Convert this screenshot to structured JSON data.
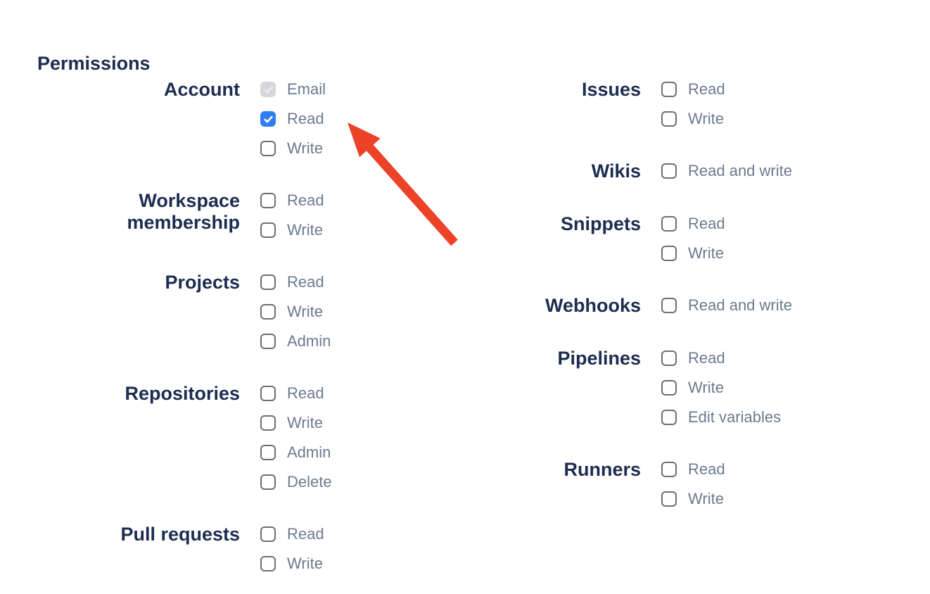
{
  "colors": {
    "navy": "#1d2d50",
    "option_grey": "#6c7a8e",
    "checkbox_border": "#6e6e73",
    "checked_blue": "#2d7df6",
    "disabled_bg": "#d5d7da",
    "disabled_check": "#ecedef",
    "arrow_red": "#eb4228"
  },
  "permissions": {
    "heading": "Permissions",
    "left_groups": [
      {
        "label": "Account",
        "options": [
          {
            "label": "Email",
            "checked": true,
            "disabled": true
          },
          {
            "label": "Read",
            "checked": true,
            "disabled": false
          },
          {
            "label": "Write",
            "checked": false,
            "disabled": false
          }
        ]
      },
      {
        "label": "Workspace membership",
        "options": [
          {
            "label": "Read",
            "checked": false,
            "disabled": false
          },
          {
            "label": "Write",
            "checked": false,
            "disabled": false
          }
        ]
      },
      {
        "label": "Projects",
        "options": [
          {
            "label": "Read",
            "checked": false,
            "disabled": false
          },
          {
            "label": "Write",
            "checked": false,
            "disabled": false
          },
          {
            "label": "Admin",
            "checked": false,
            "disabled": false
          }
        ]
      },
      {
        "label": "Repositories",
        "options": [
          {
            "label": "Read",
            "checked": false,
            "disabled": false
          },
          {
            "label": "Write",
            "checked": false,
            "disabled": false
          },
          {
            "label": "Admin",
            "checked": false,
            "disabled": false
          },
          {
            "label": "Delete",
            "checked": false,
            "disabled": false
          }
        ]
      },
      {
        "label": "Pull requests",
        "options": [
          {
            "label": "Read",
            "checked": false,
            "disabled": false
          },
          {
            "label": "Write",
            "checked": false,
            "disabled": false
          }
        ]
      }
    ],
    "right_groups": [
      {
        "label": "Issues",
        "options": [
          {
            "label": "Read",
            "checked": false,
            "disabled": false
          },
          {
            "label": "Write",
            "checked": false,
            "disabled": false
          }
        ]
      },
      {
        "label": "Wikis",
        "options": [
          {
            "label": "Read and write",
            "checked": false,
            "disabled": false
          }
        ]
      },
      {
        "label": "Snippets",
        "options": [
          {
            "label": "Read",
            "checked": false,
            "disabled": false
          },
          {
            "label": "Write",
            "checked": false,
            "disabled": false
          }
        ]
      },
      {
        "label": "Webhooks",
        "options": [
          {
            "label": "Read and write",
            "checked": false,
            "disabled": false
          }
        ]
      },
      {
        "label": "Pipelines",
        "options": [
          {
            "label": "Read",
            "checked": false,
            "disabled": false
          },
          {
            "label": "Write",
            "checked": false,
            "disabled": false
          },
          {
            "label": "Edit variables",
            "checked": false,
            "disabled": false
          }
        ]
      },
      {
        "label": "Runners",
        "options": [
          {
            "label": "Read",
            "checked": false,
            "disabled": false
          },
          {
            "label": "Write",
            "checked": false,
            "disabled": false
          }
        ]
      }
    ]
  },
  "annotation": {
    "arrow_color": "#eb4228"
  }
}
